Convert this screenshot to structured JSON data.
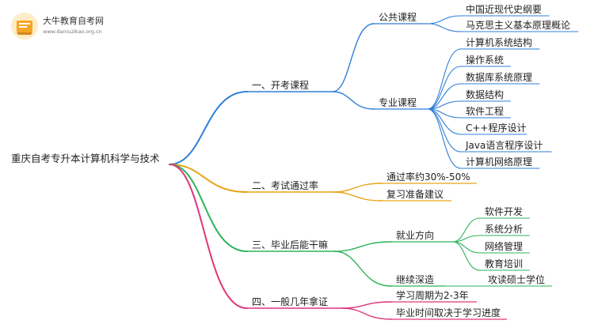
{
  "logo": {
    "name": "大牛教育自考网",
    "url": "www.daniuzikao.org.cn"
  },
  "mindmap": {
    "root": "重庆自考专升本计算机科学与技术",
    "colors": {
      "blue": "#2f7fd8",
      "orange": "#e8a317",
      "green": "#2db35a",
      "pink": "#e0357a",
      "logo_orange": "#f5a623"
    },
    "branches": [
      {
        "label": "一、开考课程",
        "color": "blue",
        "children": [
          {
            "label": "公共课程",
            "children": [
              "中国近现代史纲要",
              "马克思主义基本原理概论"
            ]
          },
          {
            "label": "专业课程",
            "children": [
              "计算机系统结构",
              "操作系统",
              "数据库系统原理",
              "数据结构",
              "软件工程",
              "C++程序设计",
              "Java语言程序设计",
              "计算机网络原理"
            ]
          }
        ]
      },
      {
        "label": "二、考试通过率",
        "color": "orange",
        "children": [
          {
            "label": "通过率约30%-50%",
            "children": []
          },
          {
            "label": "复习准备建议",
            "children": []
          }
        ]
      },
      {
        "label": "三、毕业后能干嘛",
        "color": "green",
        "children": [
          {
            "label": "就业方向",
            "children": [
              "软件开发",
              "系统分析",
              "网络管理",
              "教育培训"
            ]
          },
          {
            "label": "继续深造",
            "children": [
              "攻读硕士学位"
            ]
          }
        ]
      },
      {
        "label": "四、一般几年拿证",
        "color": "pink",
        "children": [
          {
            "label": "学习周期为2-3年",
            "children": []
          },
          {
            "label": "毕业时间取决于学习进度",
            "children": []
          }
        ]
      }
    ]
  }
}
